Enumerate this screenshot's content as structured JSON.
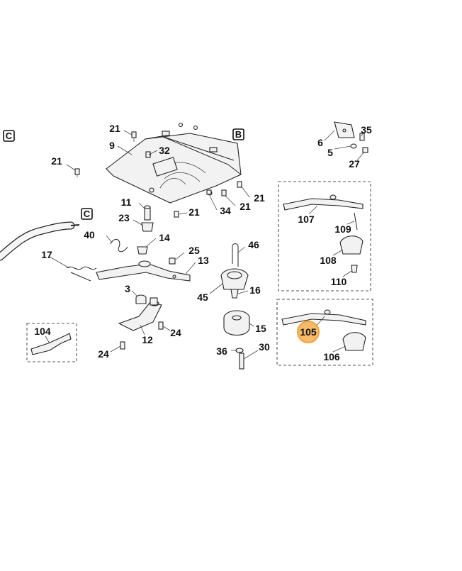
{
  "section_markers": {
    "c_left": "C",
    "b": "B",
    "c_mid": "C"
  },
  "callouts": {
    "p21a": "21",
    "p9": "9",
    "p32": "32",
    "p21b": "21",
    "p21c": "21",
    "p21d": "21",
    "p34": "34",
    "p21e": "21",
    "p11": "11",
    "p23": "23",
    "p14": "14",
    "p40": "40",
    "p17": "17",
    "p25": "25",
    "p13": "13",
    "p3": "3",
    "p24a": "24",
    "p12": "12",
    "p24b": "24",
    "p46": "46",
    "p45": "45",
    "p16": "16",
    "p15": "15",
    "p36": "36",
    "p30": "30",
    "p6": "6",
    "p5": "5",
    "p35": "35",
    "p27": "27",
    "p107": "107",
    "p109": "109",
    "p108": "108",
    "p110": "110",
    "p105": "105",
    "p106": "106",
    "p104": "104"
  },
  "highlight": {
    "part": "105",
    "color": "#f2a43a"
  }
}
